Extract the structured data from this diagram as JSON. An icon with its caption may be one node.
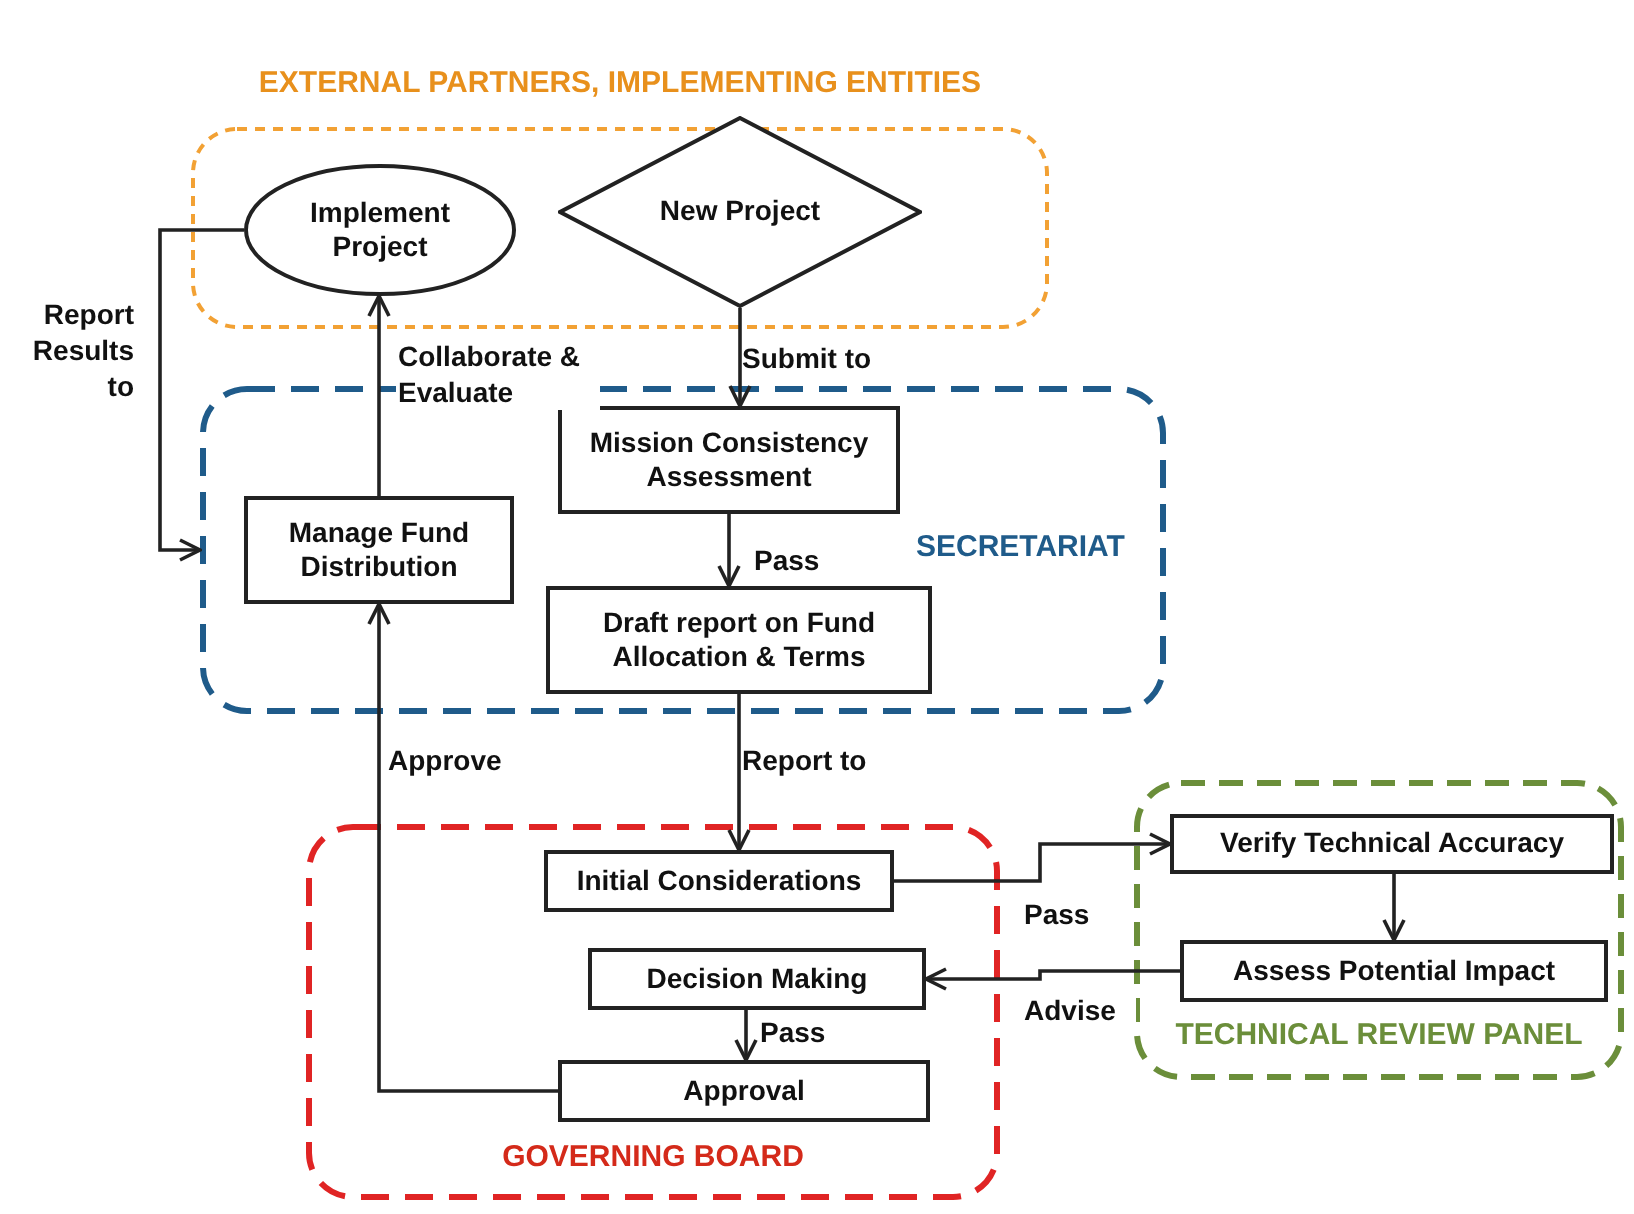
{
  "diagram": {
    "nodes": [
      {
        "text": [
          "EXTERNAL PARTNERS, IMPLEMENTING ENTITIES"
        ]
      },
      {
        "text": [
          "Implement Project"
        ],
        "in": 0
      },
      {
        "text": [
          "New Project"
        ],
        "in": 0
      },
      {
        "text": [
          "SECRETARIAT"
        ]
      },
      {
        "text": [
          "Mission Consistency Assessment"
        ],
        "in": 3
      },
      {
        "text": [
          "Manage Fund Distribution"
        ],
        "in": 3
      },
      {
        "text": [
          "Draft report on Fund Allocation & Terms"
        ],
        "in": 3
      },
      {
        "text": [
          "GOVERNING BOARD"
        ]
      },
      {
        "text": [
          "Initial Considerations"
        ],
        "in": 7
      },
      {
        "text": [
          "Decision Making"
        ],
        "in": 7
      },
      {
        "text": [
          "Approval"
        ],
        "in": 7
      },
      {
        "text": [
          "TECHNICAL REVIEW PANEL"
        ]
      },
      {
        "text": [
          "Verify Technical Accuracy"
        ],
        "in": 11
      },
      {
        "text": [
          "Assess Potential Impact"
        ],
        "in": 11
      }
    ],
    "edges": [
      {
        "from": 2,
        "to": 4,
        "arrow": "to",
        "label": "Submit to"
      },
      {
        "from": 4,
        "to": 6,
        "arrow": "to",
        "label": "Pass"
      },
      {
        "from": 6,
        "to": 8,
        "arrow": "to",
        "label": "Report to"
      },
      {
        "from": 8,
        "to": 12,
        "arrow": "to",
        "label": "Pass"
      },
      {
        "from": 12,
        "to": 13,
        "arrow": "to"
      },
      {
        "from": 13,
        "to": 9,
        "arrow": "to",
        "label": "Advise"
      },
      {
        "from": 9,
        "to": 10,
        "arrow": "to",
        "label": "Pass"
      },
      {
        "from": 10,
        "to": 5,
        "arrow": "to",
        "label": "Approve"
      },
      {
        "from": 5,
        "to": 1,
        "arrow": "to",
        "label": "Collaborate & Evaluate"
      },
      {
        "from": 1,
        "to": 3,
        "arrow": "to",
        "label": "Report Results to"
      }
    ]
  }
}
